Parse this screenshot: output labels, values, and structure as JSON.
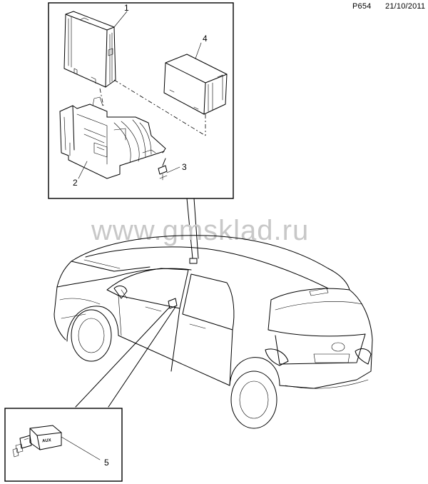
{
  "header": {
    "code": "P654",
    "date": "21/10/2011"
  },
  "watermark": "www.gmsklad.ru",
  "callouts": {
    "c1": "1",
    "c2": "2",
    "c3": "3",
    "c4": "4",
    "c5": "5"
  },
  "connector_label": "AUX"
}
